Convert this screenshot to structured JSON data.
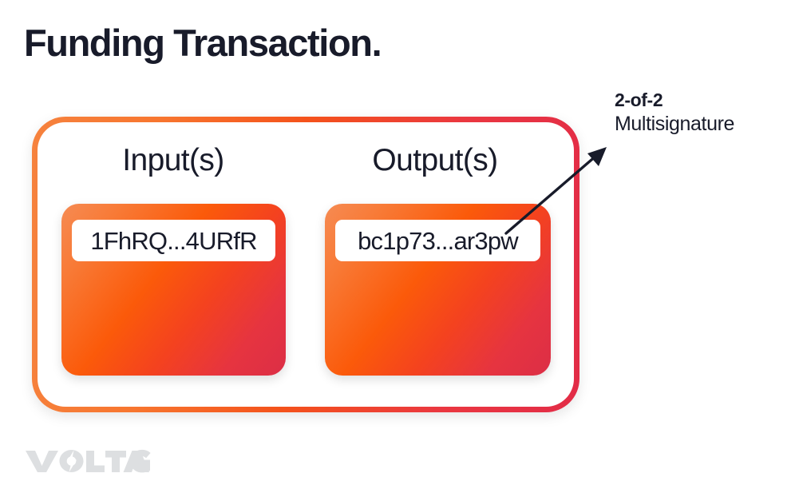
{
  "page": {
    "title": "Funding Transaction.",
    "background_color": "#FFFFFF",
    "text_color": "#181B2A"
  },
  "diagram": {
    "container_gradient_from": "#F6823E",
    "container_gradient_to": "#E22C47",
    "card_gradient_from": "#F68B53",
    "card_gradient_mid": "#FB5A0A",
    "card_gradient_to": "#DC2E46",
    "columns": [
      {
        "label": "Input(s)",
        "address": "1FhRQ...4URfR"
      },
      {
        "label": "Output(s)",
        "address": "bc1p73...ar3pw"
      }
    ]
  },
  "annotation": {
    "title": "2-of-2",
    "subtitle": "Multisignature",
    "arrow_icon": "arrow-up-right-icon",
    "arrow_color": "#181B2A"
  },
  "brand": {
    "name": "VOLTAGE",
    "logo_icon": "voltage-lightning-logo",
    "color": "#DDDFE1"
  }
}
